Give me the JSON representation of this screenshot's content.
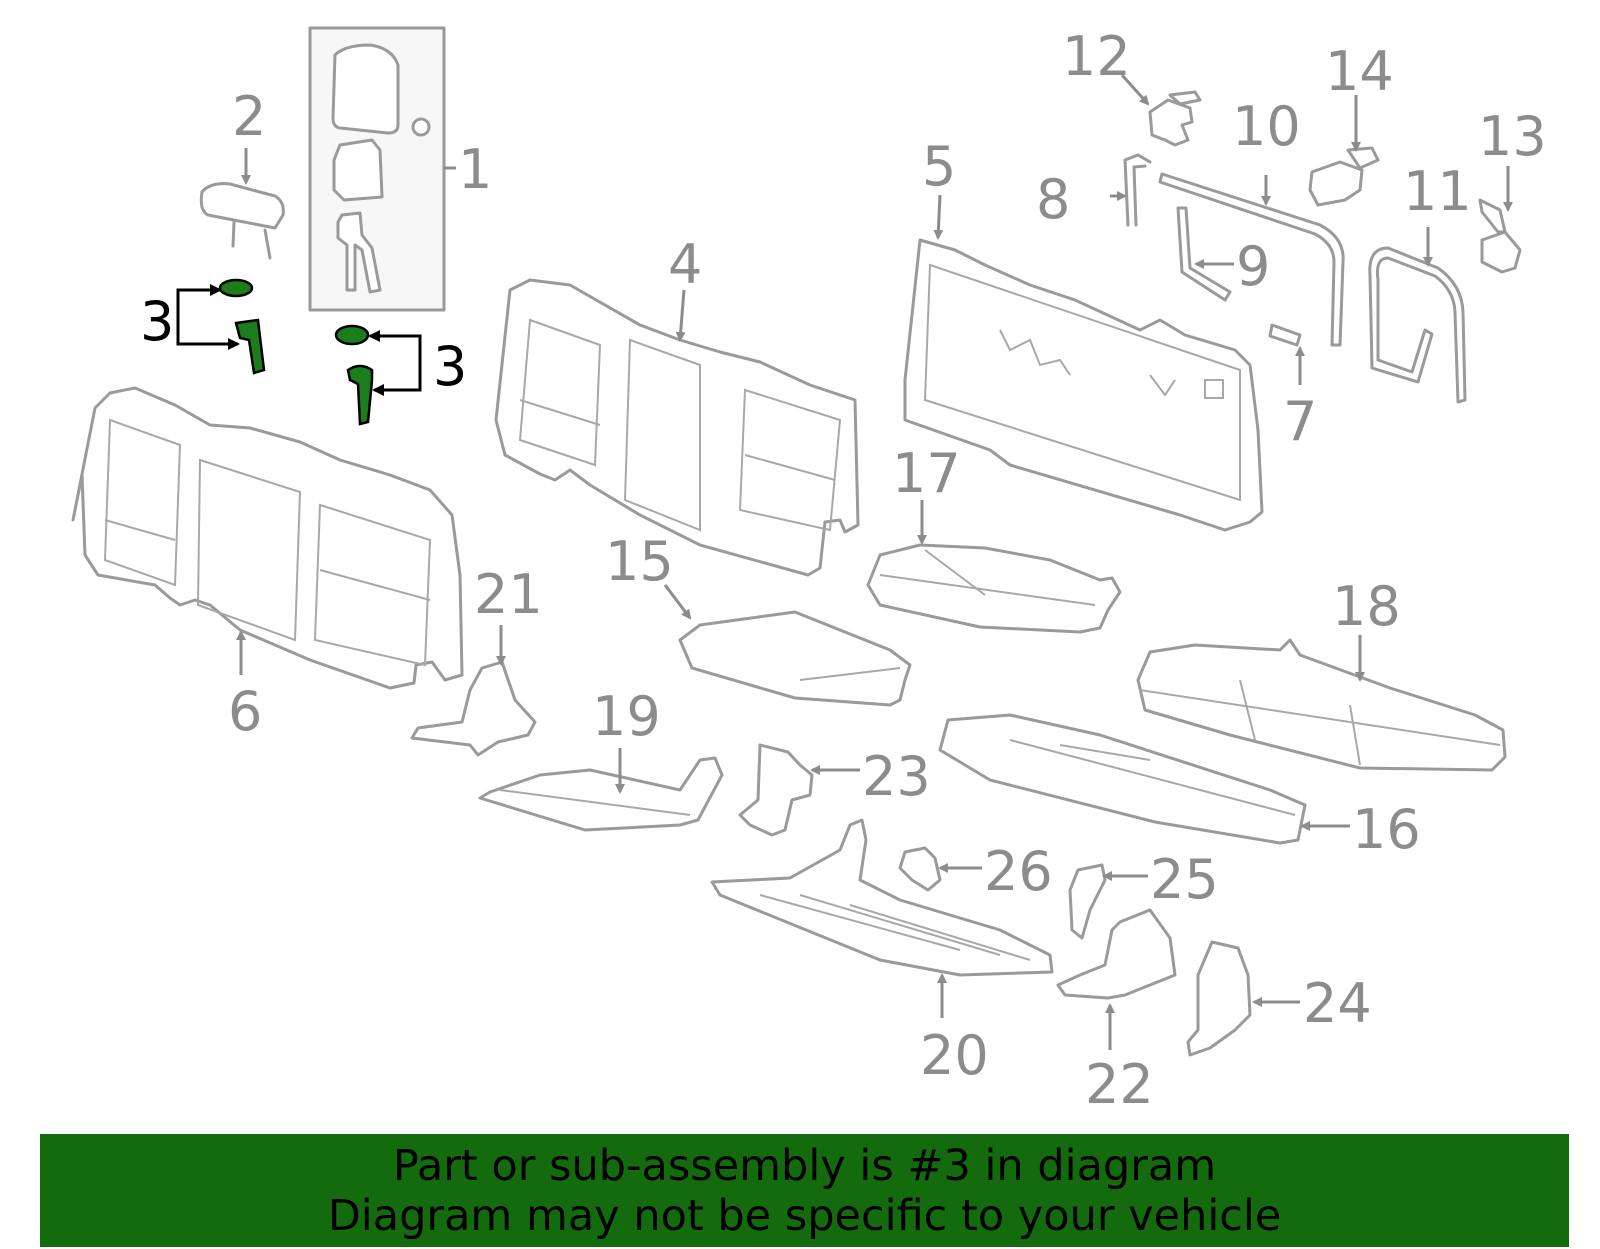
{
  "diagram": {
    "labels": {
      "l1": "1",
      "l2": "2",
      "l3a": "3",
      "l3b": "3",
      "l4": "4",
      "l5": "5",
      "l6": "6",
      "l7": "7",
      "l8": "8",
      "l9": "9",
      "l10": "10",
      "l11": "11",
      "l12": "12",
      "l13": "13",
      "l14": "14",
      "l15": "15",
      "l16": "16",
      "l17": "17",
      "l18": "18",
      "l19": "19",
      "l20": "20",
      "l21": "21",
      "l22": "22",
      "l23": "23",
      "l24": "24",
      "l25": "25",
      "l26": "26"
    },
    "highlight_part": "3",
    "colors": {
      "highlight": "#1c7d1c",
      "parts": "#9a9a9a",
      "banner": "#136b0e"
    }
  },
  "banner": {
    "line1": "Part or sub-assembly is #3 in diagram",
    "line2": "Diagram may not be specific to your vehicle"
  }
}
